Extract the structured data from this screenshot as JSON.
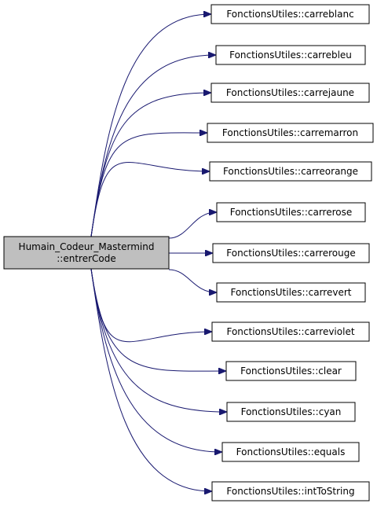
{
  "colors": {
    "edge": "#191970",
    "source_fill": "#bfbfbf",
    "node_fill": "#ffffff",
    "node_stroke": "#000000"
  },
  "source": {
    "lines": [
      "Humain_Codeur_Mastermind",
      "::entrerCode"
    ]
  },
  "targets": [
    {
      "label": "FonctionsUtiles::carreblanc"
    },
    {
      "label": "FonctionsUtiles::carrebleu"
    },
    {
      "label": "FonctionsUtiles::carrejaune"
    },
    {
      "label": "FonctionsUtiles::carremarron"
    },
    {
      "label": "FonctionsUtiles::carreorange"
    },
    {
      "label": "FonctionsUtiles::carrerose"
    },
    {
      "label": "FonctionsUtiles::carrerouge"
    },
    {
      "label": "FonctionsUtiles::carrevert"
    },
    {
      "label": "FonctionsUtiles::carreviolet"
    },
    {
      "label": "FonctionsUtiles::clear"
    },
    {
      "label": "FonctionsUtiles::cyan"
    },
    {
      "label": "FonctionsUtiles::equals"
    },
    {
      "label": "FonctionsUtiles::intToString"
    }
  ]
}
